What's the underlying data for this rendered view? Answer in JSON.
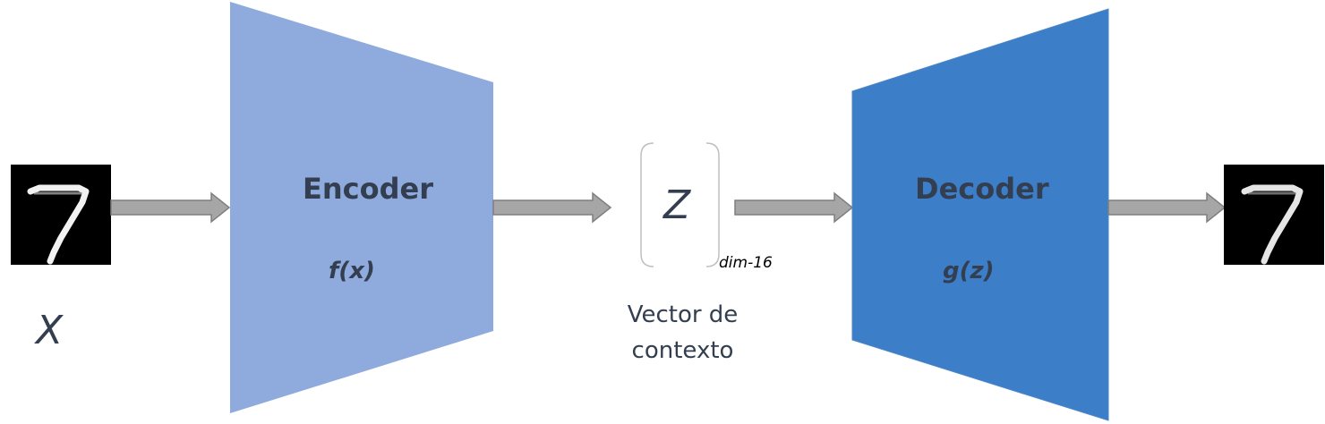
{
  "input": {
    "symbol": "X",
    "image_digit": "7"
  },
  "encoder": {
    "title": "Encoder",
    "function": "f(x)",
    "color": "#8faadc"
  },
  "latent": {
    "symbol": "Z",
    "dimension": "dim-16",
    "caption_line1": "Vector de",
    "caption_line2": "contexto"
  },
  "decoder": {
    "title": "Decoder",
    "function": "g(z)",
    "color": "#3d7ec9"
  },
  "output": {
    "image_digit": "7"
  },
  "colors": {
    "arrow": "#a6a6a6",
    "arrow_stroke": "#7f7f7f",
    "text": "#333f50",
    "bracket": "#bfbfbf"
  }
}
